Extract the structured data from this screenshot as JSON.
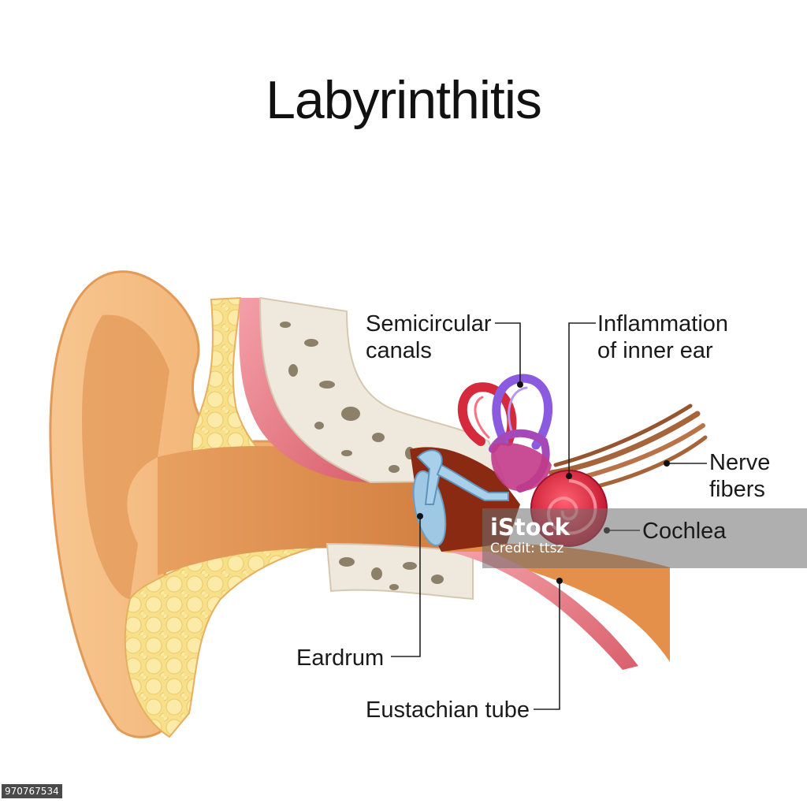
{
  "title": "Labyrinthitis",
  "labels": {
    "semicircular_line1": "Semicircular",
    "semicircular_line2": "canals",
    "inflammation_line1": "Inflammation",
    "inflammation_line2": "of inner ear",
    "nerve_line1": "Nerve",
    "nerve_line2": "fibers",
    "cochlea": "Cochlea",
    "eardrum": "Eardrum",
    "eustachian": "Eustachian tube"
  },
  "watermark": {
    "logo": "iStock",
    "credit": "Credit: ttsz"
  },
  "stock_id": "970767534",
  "colors": {
    "skin": "#f2b675",
    "skin_dark": "#d98c45",
    "canal": "#e49a55",
    "fat": "#f8e08a",
    "bone": "#efe8dc",
    "muscle": "#e8808a",
    "ossicles": "#8ab8d8",
    "canals_red": "#d42a3c",
    "canals_purple": "#8a5adf",
    "cochlea": "#e0203a",
    "nerve": "#a5643a"
  }
}
